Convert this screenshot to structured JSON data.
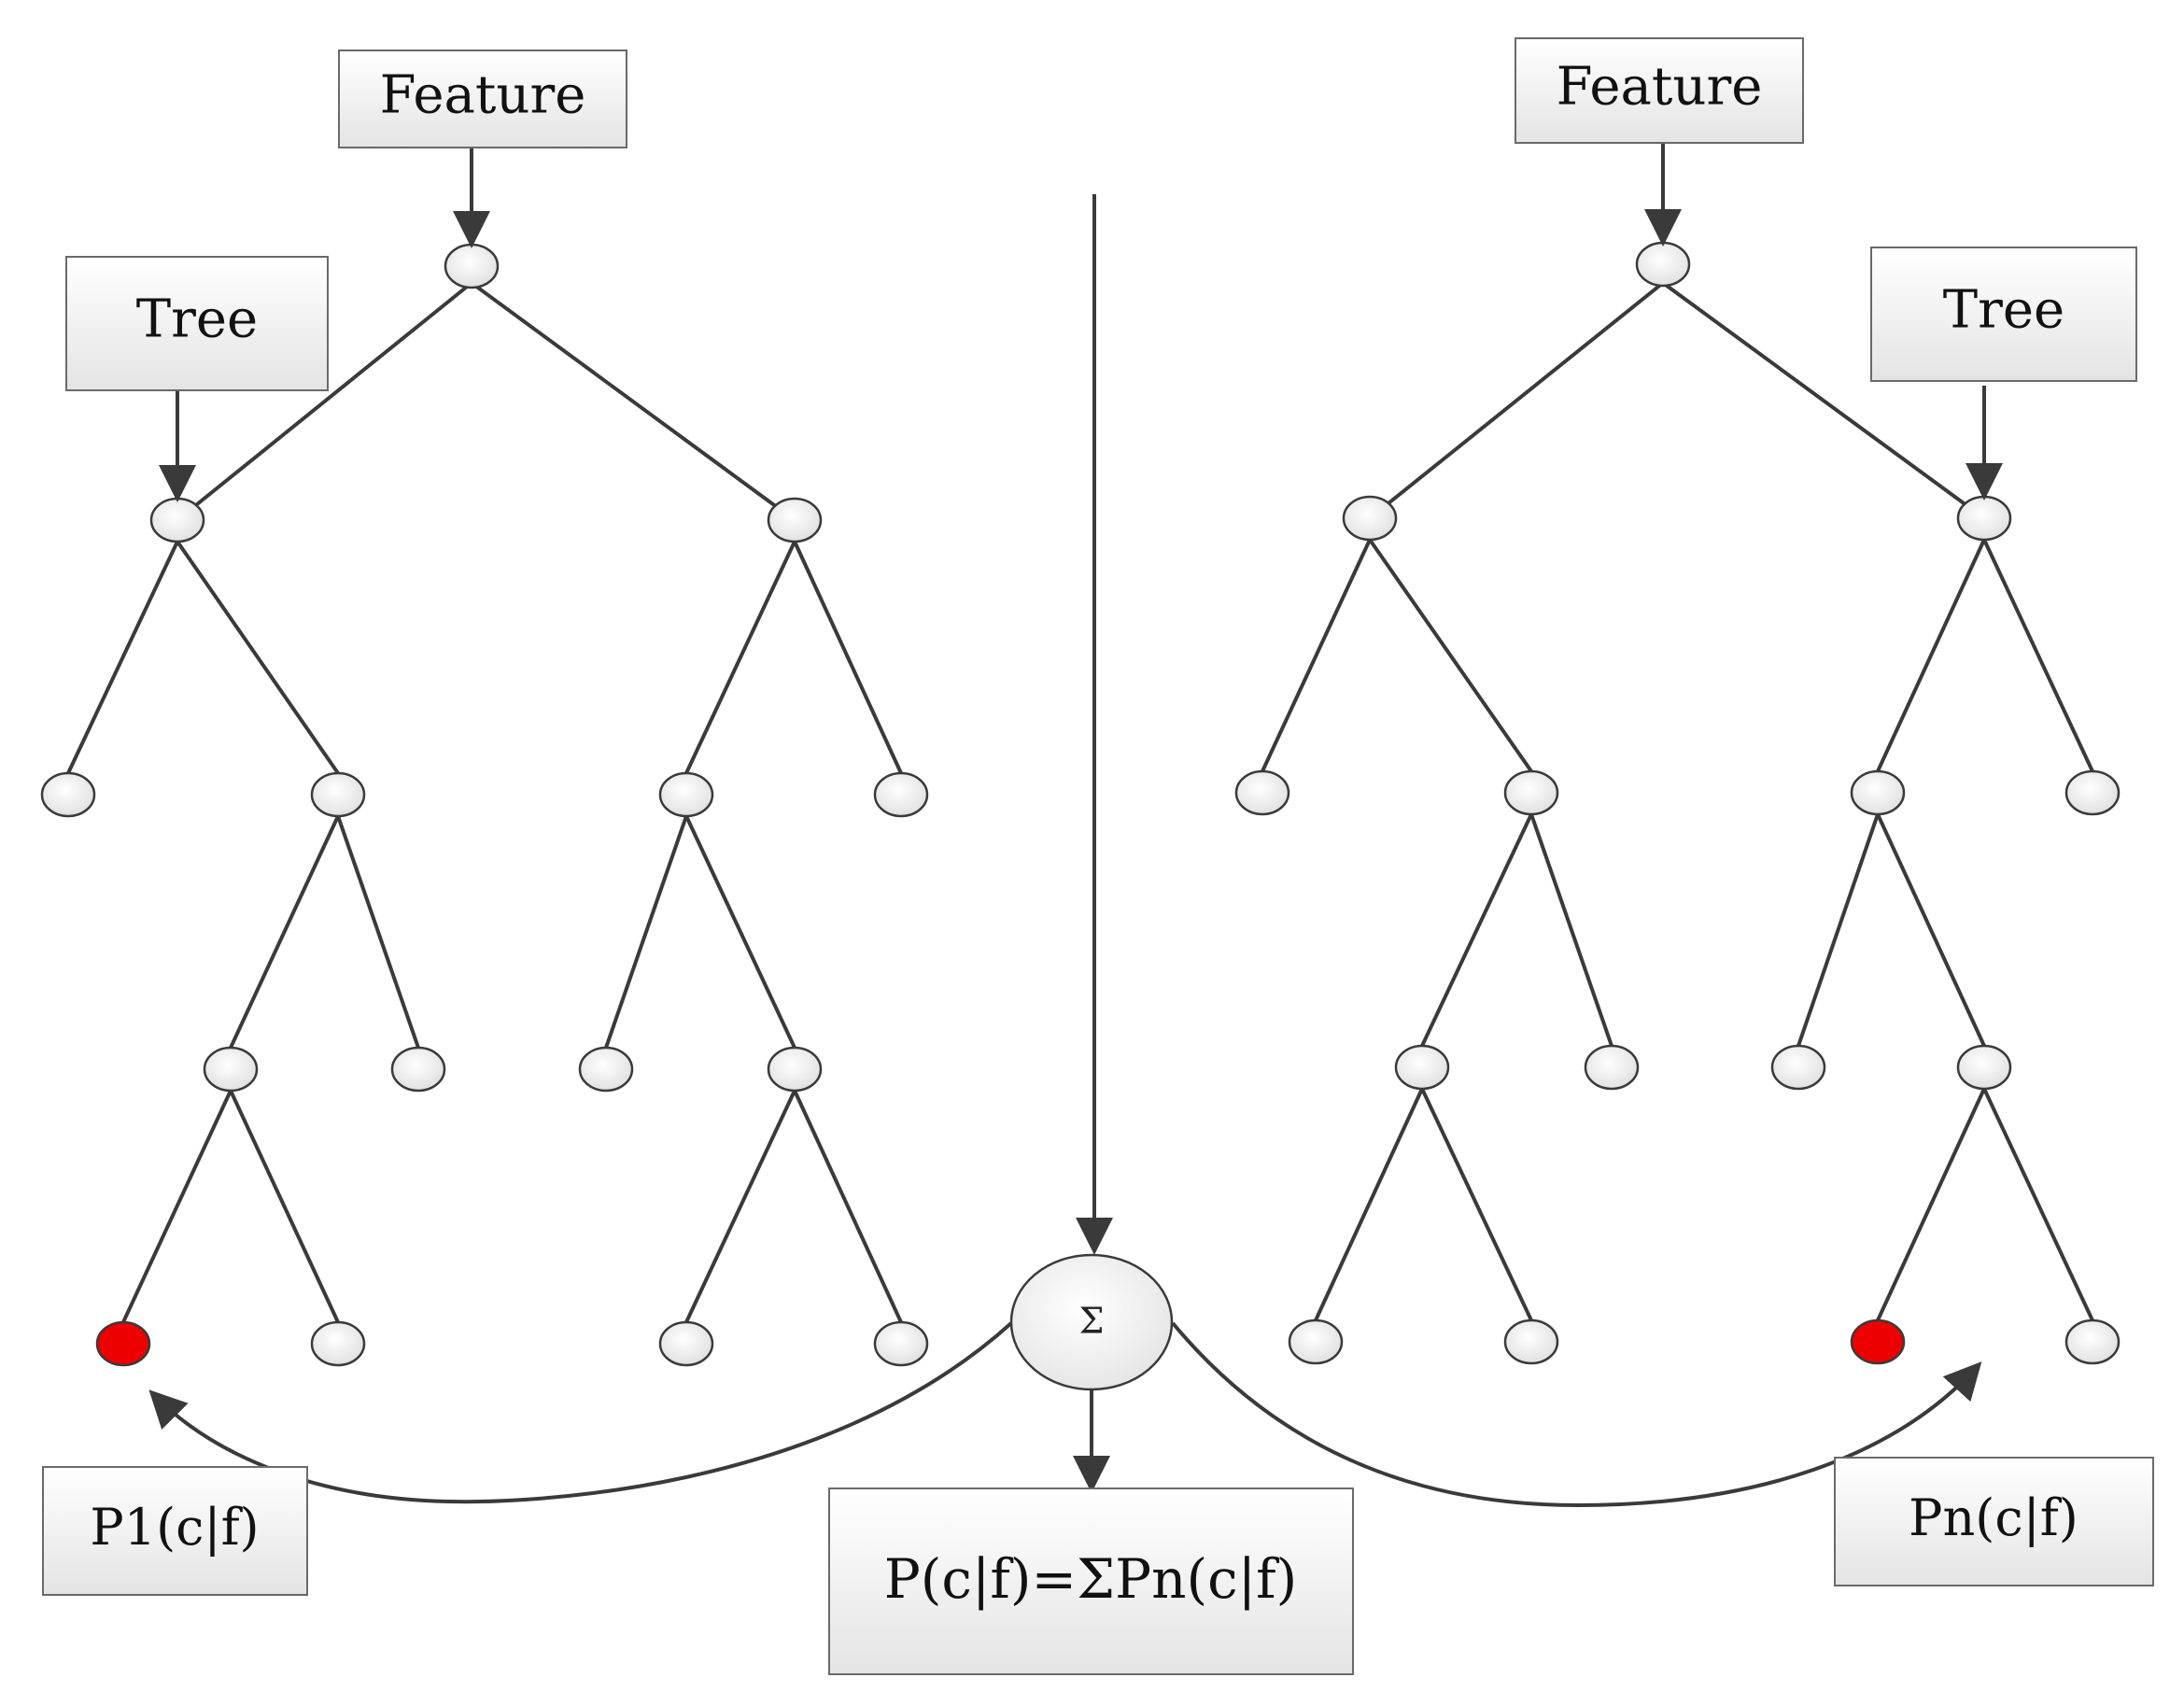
{
  "labels": {
    "feature_left": "Feature",
    "tree_left": "Tree",
    "feature_right": "Feature",
    "tree_right": "Tree",
    "p1": "P1(c|f)",
    "pn": "Pn(c|f)",
    "formula": "P(c|f)=ΣPn(c|f)",
    "sum_symbol": "Σ"
  },
  "colors": {
    "node_fill": "#f4f4f4",
    "selected_leaf": "#ee0000",
    "line": "#3a3a3a"
  }
}
